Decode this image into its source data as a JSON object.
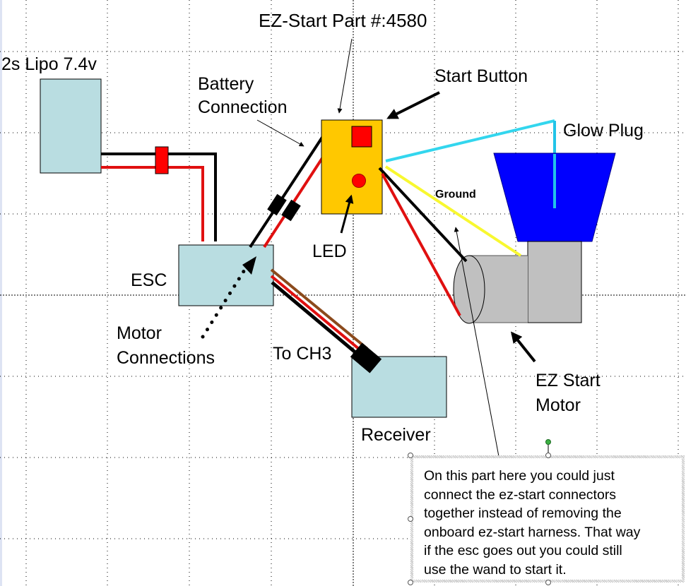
{
  "title": "EZ-Start Part #:4580",
  "labels": {
    "battery": "2s Lipo 7.4v",
    "battery_connection_line1": "Battery",
    "battery_connection_line2": "Connection",
    "start_button": "Start Button",
    "glow_plug": "Glow Plug",
    "ground": "Ground",
    "led": "LED",
    "esc": "ESC",
    "motor_connections_line1": "Motor",
    "motor_connections_line2": "Connections",
    "to_ch3": "To CH3",
    "receiver": "Receiver",
    "ez_start_motor_line1": "EZ Start",
    "ez_start_motor_line2": "Motor"
  },
  "note": {
    "text": "On this part here you could just\nconnect the ez-start connectors\ntogether instead of removing the\nonboard ez-start harness.  That way\nif the esc goes out you could still\nuse the wand to start it."
  },
  "colors": {
    "component_fill": "#b9dde1",
    "ez_start_fill": "#ffc800",
    "glow_head_fill": "#0000ff",
    "engine_fill": "#c0c0c0",
    "wire_red": "#e01010",
    "wire_black": "#000000",
    "wire_cyan": "#33d6ee",
    "wire_yellow": "#f8f830",
    "wire_brown": "#8b4a1c"
  }
}
